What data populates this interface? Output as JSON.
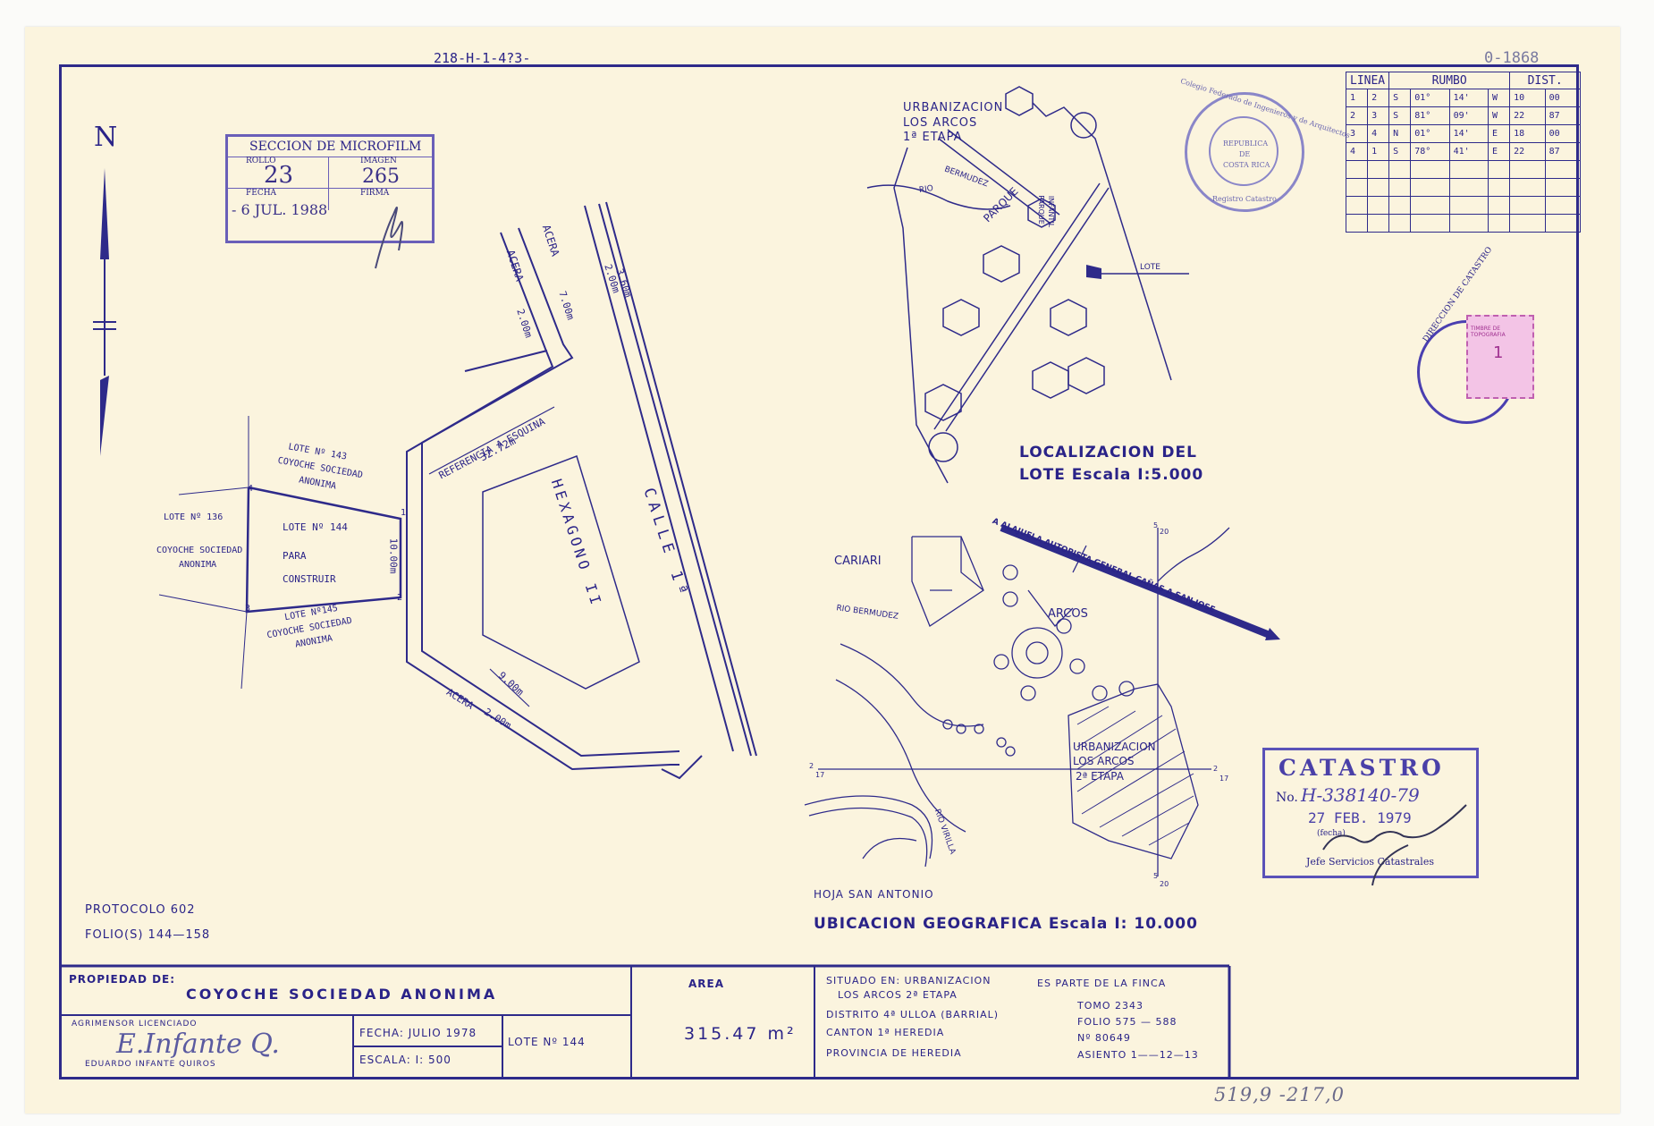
{
  "top_ref": "218-H-1-4?3-",
  "north_symbol": "N",
  "microfilm": {
    "title": "SECCION DE MICROFILM",
    "rollo_label": "ROLLO",
    "rollo": "23",
    "imagen_label": "IMAGEN",
    "imagen": "265",
    "fecha_label": "FECHA",
    "fecha": "- 6 JUL. 1988",
    "firma_label": "FIRMA"
  },
  "top_right_number": "0-1868",
  "rumbo_table": {
    "headers": [
      "LINEA",
      "RUMBO",
      "DIST."
    ],
    "rows": [
      [
        "1",
        "2",
        "S",
        "01°",
        "14'",
        "W",
        "10",
        "00"
      ],
      [
        "2",
        "3",
        "S",
        "81°",
        "09'",
        "W",
        "22",
        "87"
      ],
      [
        "3",
        "4",
        "N",
        "01°",
        "14'",
        "E",
        "18",
        "00"
      ],
      [
        "4",
        "1",
        "S",
        "78°",
        "41'",
        "E",
        "22",
        "87"
      ]
    ]
  },
  "plan": {
    "acera1": "ACERA",
    "acera2": "ACERA",
    "acera3": "ACERA",
    "dim_200a": "2.00m",
    "dim_200b": "2.00m",
    "dim_700": "7.00m",
    "dim_360": "3.60m",
    "dim_200c": "2.00m",
    "referencia": "REFERENCIA A ESQUINA",
    "ref_dist": "32.72m",
    "hexagono": "HEXAGONO II",
    "calle": "CALLE 1ª",
    "dim_900": "9.00m",
    "dim_1000": "10.00m",
    "lote143_a": "LOTE  Nº 143",
    "lote143_b": "COYOCHE SOCIEDAD",
    "lote143_c": "ANONIMA",
    "lote136": "LOTE  Nº 136",
    "lote136_b": "COYOCHE SOCIEDAD",
    "lote136_c": "ANONIMA",
    "lote144": "LOTE  Nº  144",
    "para": "PARA",
    "construir": "CONSTRUIR",
    "lote145_a": "LOTE  Nº145",
    "lote145_b": "COYOCHE  SOCIEDAD",
    "lote145_c": "ANONIMA",
    "v1": "1",
    "v2": "2",
    "v3": "3",
    "v4": "4"
  },
  "localizacion": {
    "urb1": "URBANIZACION",
    "urb2": "LOS  ARCOS",
    "urb3": "1ª  ETAPA",
    "rio": "RIO",
    "bermudez": "BERMUDEZ",
    "parque": "PARQUE",
    "parque_inf1": "PARQUE",
    "parque_inf2": "INFANTIL",
    "lote": "LOTE",
    "title1": "LOCALIZACION DEL",
    "title2": "LOTE Escala I:5.000"
  },
  "seal_round": {
    "outer": "Colegio Federado de Ingenieros y de Arquitectos",
    "inner1": "REPUBLICA",
    "inner2": "DE",
    "inner3": "COSTA RICA",
    "bottom": "Registro Catastro"
  },
  "timbre": {
    "ring": "DIRECCION DE CATASTRO",
    "label": "TIMBRE DE TOPOGRAFIA",
    "value": "1"
  },
  "ubicacion": {
    "cariari": "CARIARI",
    "rio_bermudez": "RIO BERMUDEZ",
    "arcos": "ARCOS",
    "autopista": "A ALAJUELA     AUTOPISTA  GENERAL CAÑAS    A SAN JOSE",
    "urb2_1": "URBANIZACION",
    "urb2_2": "LOS ARCOS",
    "urb2_3": "2ª ETAPA",
    "rio_virilla": "RIO VIRILLA",
    "hoja": "HOJA  SAN  ANTONIO",
    "title": "UBICACION GEOGRAFICA  Escala I: 10.000",
    "c_520a": "5",
    "c_520b": "20",
    "c_217a": "2",
    "c_217b": "17",
    "c_217c": "2",
    "c_217d": "17",
    "c_520c": "5",
    "c_520d": "20"
  },
  "catastro_stamp": {
    "title": "CATASTRO",
    "no_label": "No.",
    "number": "H-338140-79",
    "date": "27 FEB. 1979",
    "fecha_label": "(fecha)",
    "jefe": "Jefe Servicios Catastrales"
  },
  "protocolo": "PROTOCOLO 602",
  "folios": "FOLIO(S)  144—158",
  "titleblock": {
    "propiedad_label": "PROPIEDAD DE:",
    "propietario": "COYOCHE  SOCIEDAD  ANONIMA",
    "agrimensor_label": "AGRIMENSOR  LICENCIADO",
    "agrimensor_name": "EDUARDO  INFANTE  QUIROS",
    "agrimensor_sig": "E.Infante Q.",
    "fecha": "FECHA: JULIO  1978",
    "escala": "ESCALA: I: 500",
    "lote": "LOTE Nº  144",
    "area_label": "AREA",
    "area_value": "315.47 m²",
    "situado1": "SITUADO EN: URBANIZACION",
    "situado2": "LOS ARCOS 2ª ETAPA",
    "distrito": "DISTRITO 4ª ULLOA (BARRIAL)",
    "canton": "CANTON   1ª HEREDIA",
    "provincia": "PROVINCIA DE HEREDIA",
    "finca_label": "ES PARTE DE LA FINCA",
    "tomo": "TOMO 2343",
    "folio": "FOLIO 575 — 588",
    "numero": "Nº   80649",
    "asiento": "ASIENTO 1——12—13"
  },
  "bottom_note": "519,9 -217,0"
}
